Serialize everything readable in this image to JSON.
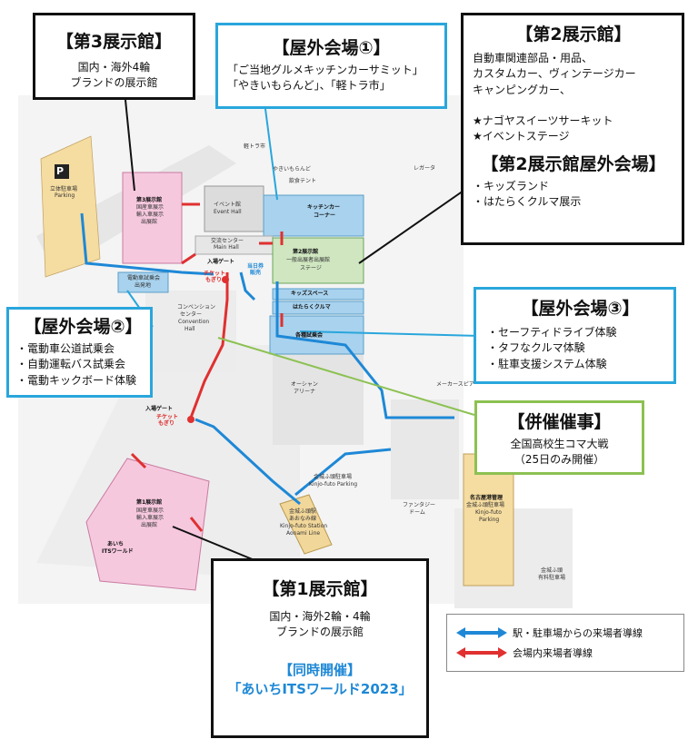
{
  "colors": {
    "visitor_route_blue": "#1e88d6",
    "venue_route_red": "#e03030",
    "hall_pink": "#f6c8de",
    "hall_blue": "#a8d2ee",
    "hall_green": "#cfe6c0",
    "parking_tan": "#f5dca0"
  },
  "callouts": {
    "hall3": {
      "title": "【第3展示館】",
      "lines": [
        "国内・海外4輪",
        "ブランドの展示館"
      ]
    },
    "outdoor1": {
      "title": "【屋外会場①】",
      "lines": [
        "「ご当地グルメキッチンカーサミット」",
        "「やきいもらんど」、「軽トラ市」"
      ]
    },
    "hall2": {
      "title": "【第2展示館】",
      "lines": [
        "自動車関連部品・用品、",
        "カスタムカー、ヴィンテージカー",
        "キャンピングカー、",
        "",
        "★ナゴヤスイーツサーキット",
        "★イベントステージ"
      ],
      "outdoor_title": "【第2展示館屋外会場】",
      "outdoor_lines": [
        "・キッズランド",
        "・はたらくクルマ展示"
      ]
    },
    "outdoor2": {
      "title": "【屋外会場②】",
      "lines": [
        "・電動車公道試乗会",
        "・自動運転バス試乗会",
        "・電動キックボード体験"
      ]
    },
    "outdoor3": {
      "title": "【屋外会場③】",
      "lines": [
        "・セーフティドライブ体験",
        "・タフなクルマ体験",
        "・駐車支援システム体験"
      ]
    },
    "concurrent": {
      "title": "【併催催事】",
      "lines": [
        "全国高校生コマ大戦",
        "（25日のみ開催）"
      ]
    },
    "hall1": {
      "title": "【第1展示館】",
      "lines": [
        "国内・海外2輪・4輪",
        "ブランドの展示館"
      ],
      "sub_title": "【同時開催】",
      "sub_name": "「あいちITSワールド2023」"
    }
  },
  "map_labels": {
    "parking_p": "P",
    "parking_left": [
      "立体駐車場",
      "Parking"
    ],
    "hall3_box": [
      "第3展示館",
      "国産車展示",
      "輸入車展示",
      "出展館"
    ],
    "event_hall": [
      "イベント館",
      "Event Hall"
    ],
    "kei_tora": "軽トラ市",
    "yakiimo": "やきいもらんど",
    "food_tent": "飲食テント",
    "kitchen_car": [
      "キッチンカー",
      "コーナー"
    ],
    "hall2_box": [
      "第2展示館",
      "一般出展者出展館",
      "ステージ"
    ],
    "kids_space": "キッズスペース",
    "hataraku": "はたらくクルマ",
    "kakushu": "各種試乗会",
    "exchange": [
      "交流センター",
      "Main Hall"
    ],
    "entrance_gate": "入場ゲート",
    "ticket": [
      "チケット",
      "もぎり"
    ],
    "same_day": [
      "当日券",
      "販売"
    ],
    "ev_test": [
      "電動車試乗会",
      "出発地"
    ],
    "convention": [
      "コンベンション",
      "センター",
      "Convention",
      "Hall"
    ],
    "ocean_arena": [
      "オーシャン",
      "アリーナ"
    ],
    "regatta": "レガータ",
    "maker_spia": "メーカースピア",
    "hall1_box": [
      "第1展示館",
      "国産車展示",
      "輸入車展示",
      "出展館"
    ],
    "aichi_its": [
      "あいち",
      "ITSワールド"
    ],
    "station": [
      "金城ふ頭駅",
      "あおなみ線",
      "Kinjo-futo Station",
      "Aonami Line"
    ],
    "kinjo_parking_mid": [
      "金城ふ頭駐車場",
      "Kinjo-futo Parking"
    ],
    "fantasy_dome": [
      "ファンタジー",
      "ドーム"
    ],
    "nagoya_parking": [
      "名古屋港管理",
      "金城ふ頭駐車場",
      "Kinjo-futo",
      "Parking"
    ],
    "pay_parking": [
      "金城ふ頭",
      "有料駐車場"
    ]
  },
  "legend": {
    "blue_label": "駅・駐車場からの来場者導線",
    "red_label": "会場内来場者導線"
  }
}
